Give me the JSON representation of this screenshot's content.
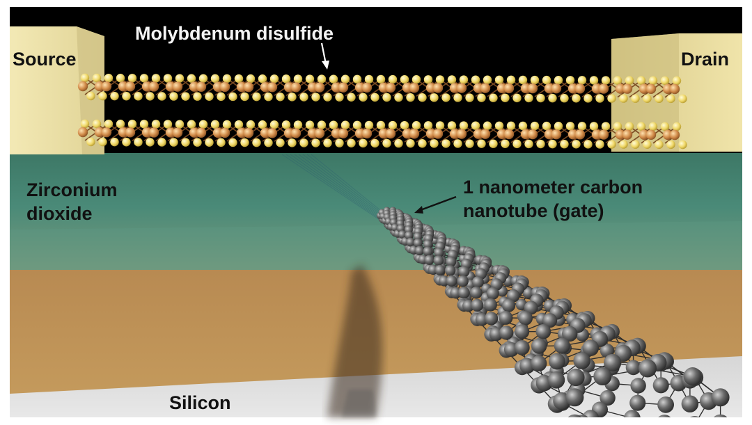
{
  "labels": {
    "mos2": "Molybdenum disulfide",
    "source": "Source",
    "drain": "Drain",
    "zro2_line1": "Zirconium",
    "zro2_line2": "dioxide",
    "cnt_line1": "1 nanometer carbon",
    "cnt_line2": "nanotube (gate)",
    "silicon": "Silicon"
  },
  "colors": {
    "background": "#000000",
    "contact": "#eee3a6",
    "zirconium_dioxide": "#3f7a6a",
    "substrate_band": "#b88a4e",
    "silicon": "#dcdcdc",
    "mos2_metal": "#d89a56",
    "mos2_sulfur": "#f2dd78",
    "nanotube_atom": "#555555"
  }
}
